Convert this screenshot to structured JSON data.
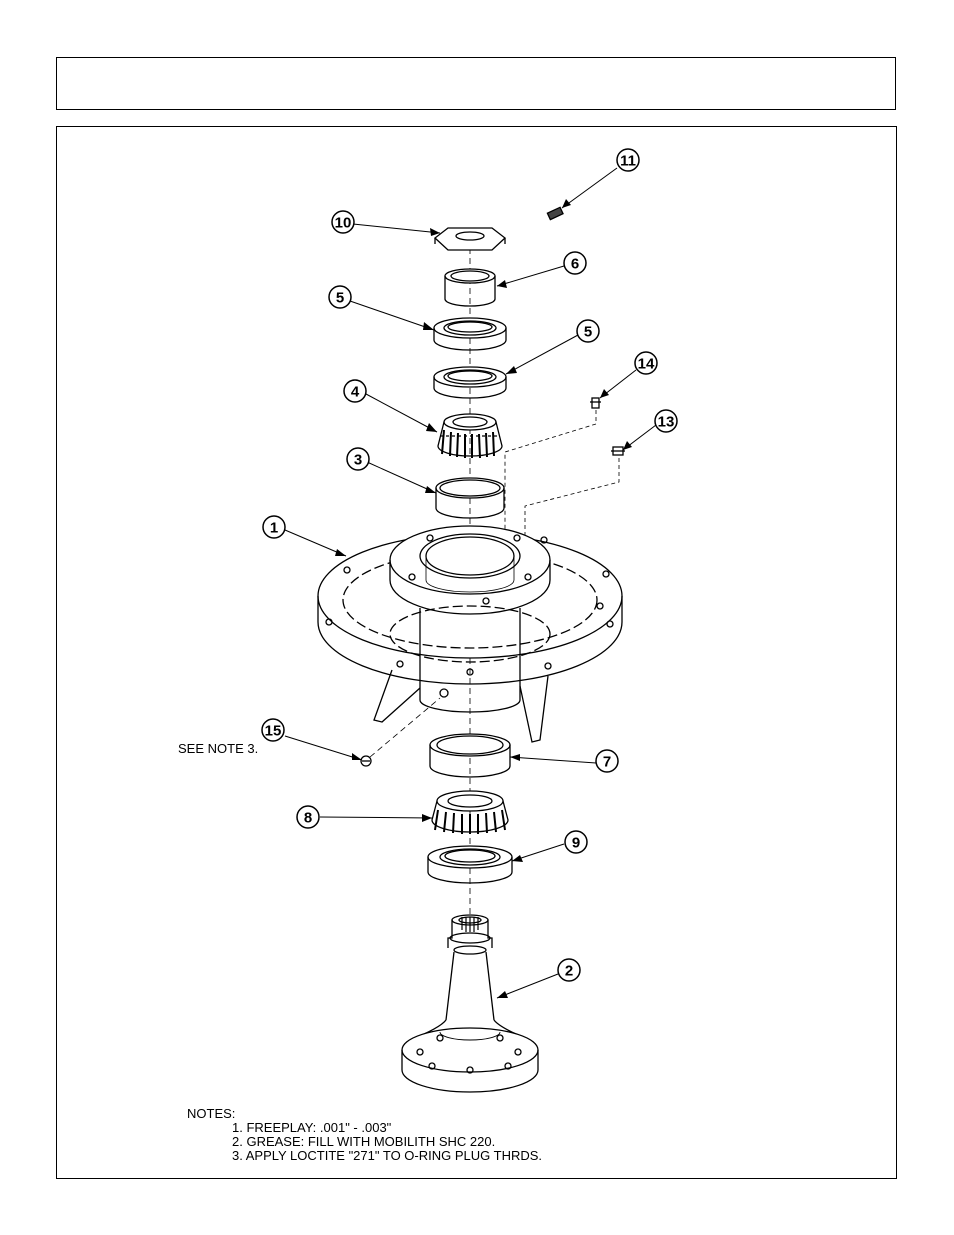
{
  "callouts": {
    "c1": "1",
    "c2": "2",
    "c3": "3",
    "c4": "4",
    "c5a": "5",
    "c5b": "5",
    "c6": "6",
    "c7": "7",
    "c8": "8",
    "c9": "9",
    "c10": "10",
    "c11": "11",
    "c13": "13",
    "c14": "14",
    "c15": "15"
  },
  "see_note": "SEE NOTE 3.",
  "notes": {
    "heading": "NOTES:",
    "items": [
      "1.  FREEPLAY:  .001\" - .003\"",
      "2.  GREASE:  FILL WITH MOBILITH SHC 220.",
      "3.  APPLY LOCTITE \"271\" TO O-RING PLUG THRDS."
    ]
  }
}
